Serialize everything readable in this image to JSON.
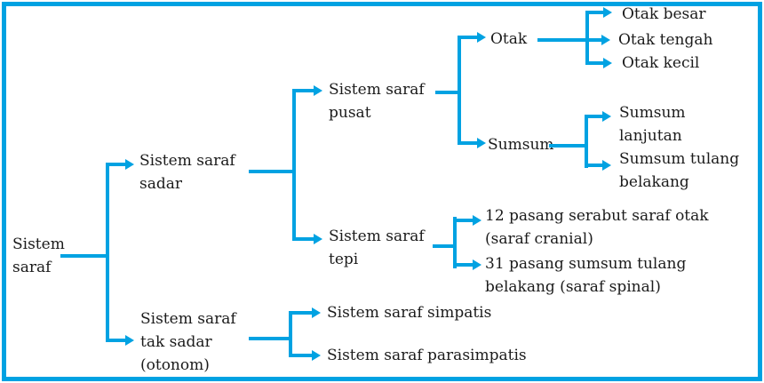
{
  "colors": {
    "line": "#00a2e2",
    "text": "#1b1b1b",
    "background": "#ffffff"
  },
  "tree": {
    "label": [
      "Sistem",
      "saraf"
    ],
    "children": [
      {
        "label": [
          "Sistem saraf",
          "sadar"
        ],
        "children": [
          {
            "label": [
              "Sistem saraf",
              "pusat"
            ],
            "children": [
              {
                "label": "Otak",
                "children": [
                  {
                    "label": "Otak besar"
                  },
                  {
                    "label": "Otak tengah"
                  },
                  {
                    "label": "Otak kecil"
                  }
                ]
              },
              {
                "label": "Sumsum",
                "children": [
                  {
                    "label": [
                      "Sumsum",
                      "lanjutan"
                    ]
                  },
                  {
                    "label": [
                      "Sumsum tulang",
                      "belakang"
                    ]
                  }
                ]
              }
            ]
          },
          {
            "label": [
              "Sistem saraf",
              "tepi"
            ],
            "children": [
              {
                "label": [
                  "12 pasang serabut saraf otak",
                  "(saraf cranial)"
                ]
              },
              {
                "label": [
                  "31 pasang sumsum tulang",
                  "belakang (saraf spinal)"
                ]
              }
            ]
          }
        ]
      },
      {
        "label": [
          "Sistem saraf",
          "tak sadar",
          "(otonom)"
        ],
        "children": [
          {
            "label": "Sistem saraf simpatis"
          },
          {
            "label": "Sistem saraf parasimpatis"
          }
        ]
      }
    ]
  }
}
